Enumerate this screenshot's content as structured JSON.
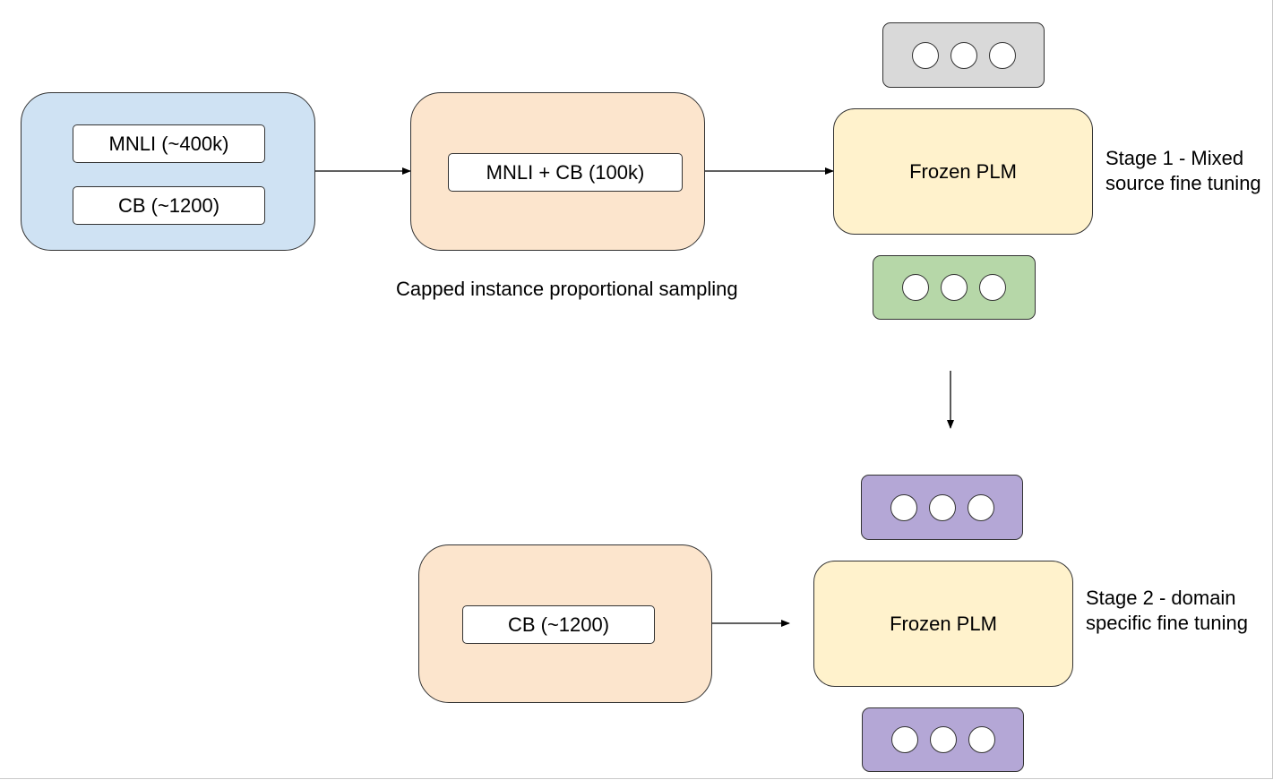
{
  "source_box": {
    "items": [
      "MNLI (~400k)",
      "CB (~1200)"
    ]
  },
  "mixed_box": {
    "item": "MNLI + CB (100k)"
  },
  "sampling_caption": "Capped instance proportional sampling",
  "stage1": {
    "model_label": "Frozen PLM",
    "label_line1": "Stage 1 - Mixed",
    "label_line2": "source fine tuning"
  },
  "stage2": {
    "input_item": "CB (~1200)",
    "model_label": "Frozen PLM",
    "label_line1": "Stage 2 - domain",
    "label_line2": "specific fine tuning"
  },
  "colors": {
    "source_box": "#cfe2f3",
    "mixed_box": "#fce5cd",
    "plm_box": "#fff2cc",
    "vector_grey": "#d9d9d9",
    "vector_green": "#b6d7a8",
    "vector_purple": "#b4a7d6"
  }
}
